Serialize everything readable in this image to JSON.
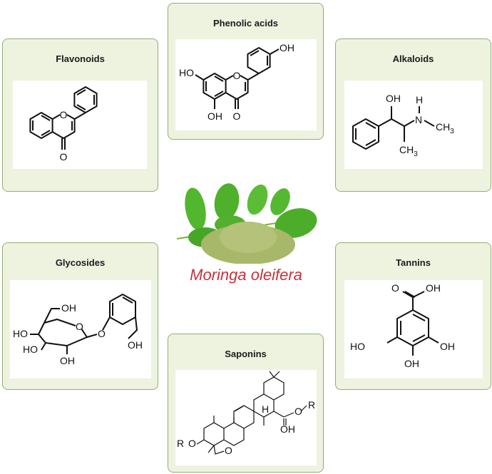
{
  "center": {
    "caption": "Moringa oleifera"
  },
  "boxes": {
    "flavonoids": {
      "title": "Flavonoids",
      "labels": {
        "o_ring": "O",
        "o_keto": "O"
      }
    },
    "phenolic": {
      "title": "Phenolic acids",
      "labels": {
        "ho": "HO",
        "oh_top": "OH",
        "o_ring": "O",
        "oh_bottom": "OH",
        "o_keto": "O"
      }
    },
    "alkaloids": {
      "title": "Alkaloids",
      "labels": {
        "oh": "OH",
        "nh": "H",
        "n": "N",
        "ch3_a": "CH",
        "ch3_b": "CH",
        "sub3": "3"
      }
    },
    "glycosides": {
      "title": "Glycosides",
      "labels": {
        "oh1": "OH",
        "ho1": "HO",
        "ho2": "HO",
        "oh2": "OH",
        "o_ring": "O",
        "o_link": "O",
        "oh3": "OH"
      }
    },
    "tannins": {
      "title": "Tannins",
      "labels": {
        "o": "O",
        "oh_acid": "OH",
        "ho": "HO",
        "oh_right": "OH",
        "oh_bottom": "OH"
      }
    },
    "saponins": {
      "title": "Saponins",
      "labels": {
        "r1": "R",
        "o1": "O",
        "r2": "R",
        "o2": "O",
        "oh": "OH",
        "h": "H",
        "o_ald": "O"
      }
    }
  }
}
